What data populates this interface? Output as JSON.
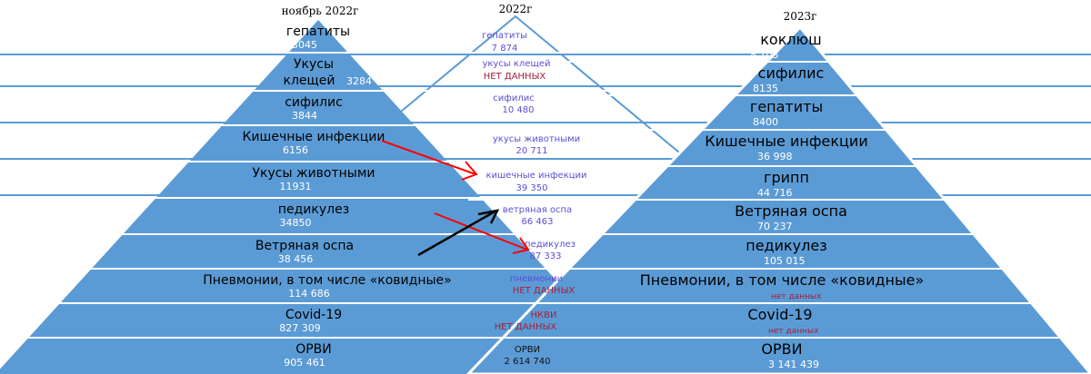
{
  "colors": {
    "pyramid": "#5b9bd5",
    "middle_text": "#5a4fd6",
    "no_data": "#a3203c",
    "arrow_red": "#ff0000",
    "arrow_black": "#000000"
  },
  "left": {
    "title": "ноябрь 2022г",
    "rows": [
      {
        "label": "гепатиты",
        "value": "3045"
      },
      {
        "label": "Укусы",
        "label2": "клещей",
        "value": "3284"
      },
      {
        "label": "сифилис",
        "value": "3844"
      },
      {
        "label": "Кишечные инфекции",
        "value": "6156"
      },
      {
        "label": "Укусы животными",
        "value": "11931"
      },
      {
        "label": "педикулез",
        "value": "34850"
      },
      {
        "label": "Ветряная оспа",
        "value": "38 456"
      },
      {
        "label": "Пневмонии, в том числе «ковидные»",
        "value": "114 686"
      },
      {
        "label": "Covid-19",
        "value": "827 309"
      },
      {
        "label": "ОРВИ",
        "value": "905 461"
      }
    ]
  },
  "middle": {
    "title": "2022г",
    "rows": [
      {
        "label": "гепатиты",
        "value": "7 874"
      },
      {
        "label": "укусы клещей",
        "value": "НЕТ ДАННЫХ"
      },
      {
        "label": "сифилис",
        "value": "10 480"
      },
      {
        "label": "укусы животными",
        "value": "20 711"
      },
      {
        "label": "кишечные инфекции",
        "value": "39 350"
      },
      {
        "label": "ветряная оспа",
        "value": "66 463"
      },
      {
        "label": "педикулез",
        "value": "87 333"
      },
      {
        "label": "пневмонии",
        "value": "НЕТ ДАННЫХ"
      },
      {
        "label": "НКВИ",
        "value": "НЕТ ДАННЫХ"
      },
      {
        "label": "ОРВИ",
        "value": "2 614 740"
      }
    ]
  },
  "right": {
    "title": "2023г",
    "rows": [
      {
        "label": "коклюш",
        "value": "8 103"
      },
      {
        "label": "сифилис",
        "value": "8135"
      },
      {
        "label": "гепатиты",
        "value": "8400"
      },
      {
        "label": "Кишечные инфекции",
        "value": "36 998"
      },
      {
        "label": "грипп",
        "value": "44 716"
      },
      {
        "label": "Ветряная оспа",
        "value": "70 237"
      },
      {
        "label": "педикулез",
        "value": "105 015"
      },
      {
        "label": "Пневмонии, в том числе «ковидные»",
        "value": "нет данных"
      },
      {
        "label": "Covid-19",
        "value": "нет данных"
      },
      {
        "label": "ОРВИ",
        "value": "3 141 439"
      }
    ]
  }
}
